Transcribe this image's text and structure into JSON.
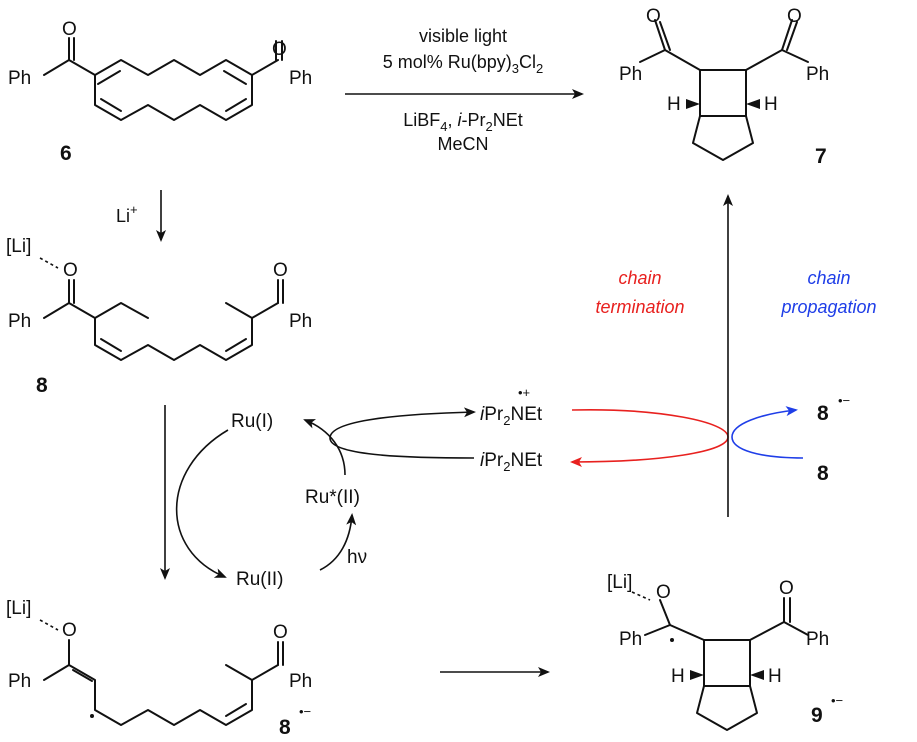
{
  "compounds": {
    "c6": "6",
    "c7": "7",
    "c8": "8",
    "c8_radical": "8",
    "c9_radical": "9",
    "radical_anion_sup": "•−"
  },
  "atoms": {
    "ph": "Ph",
    "o": "O",
    "h": "H",
    "li": "[Li]"
  },
  "conditions": {
    "line1": "visible light",
    "line2_prefix": "5 mol% Ru(bpy)",
    "line2_sub1": "3",
    "line2_mid": "Cl",
    "line2_sub2": "2",
    "line3_prefix": "LiBF",
    "line3_sub": "4",
    "line3_italic": "i",
    "line3_suffix": "-Pr",
    "line3_sub2": "2",
    "line3_end": "NEt",
    "line4": "MeCN"
  },
  "lewis_acid": {
    "label": "Li",
    "sup": "+"
  },
  "catalytic_cycle": {
    "ru1": "Ru(I)",
    "ru2": "Ru(II)",
    "ru2_excited": "Ru*(II)",
    "hv": "hν",
    "amine_radical_cation_i": "i",
    "amine_radical_cation_rest": "Pr",
    "amine_sub": "2",
    "amine_end": "NEt",
    "amine_cation_sup": "•+",
    "amine_i": "i",
    "amine_rest": "Pr",
    "amine_end2": "NEt"
  },
  "chain": {
    "termination_line1": "chain",
    "termination_line2": "termination",
    "termination_color": "#e8211f",
    "propagation_line1": "chain",
    "propagation_line2": "propagation",
    "propagation_color": "#1f3ee8",
    "product_radical": "8",
    "product_radical_sup": "•−",
    "reagent": "8"
  }
}
